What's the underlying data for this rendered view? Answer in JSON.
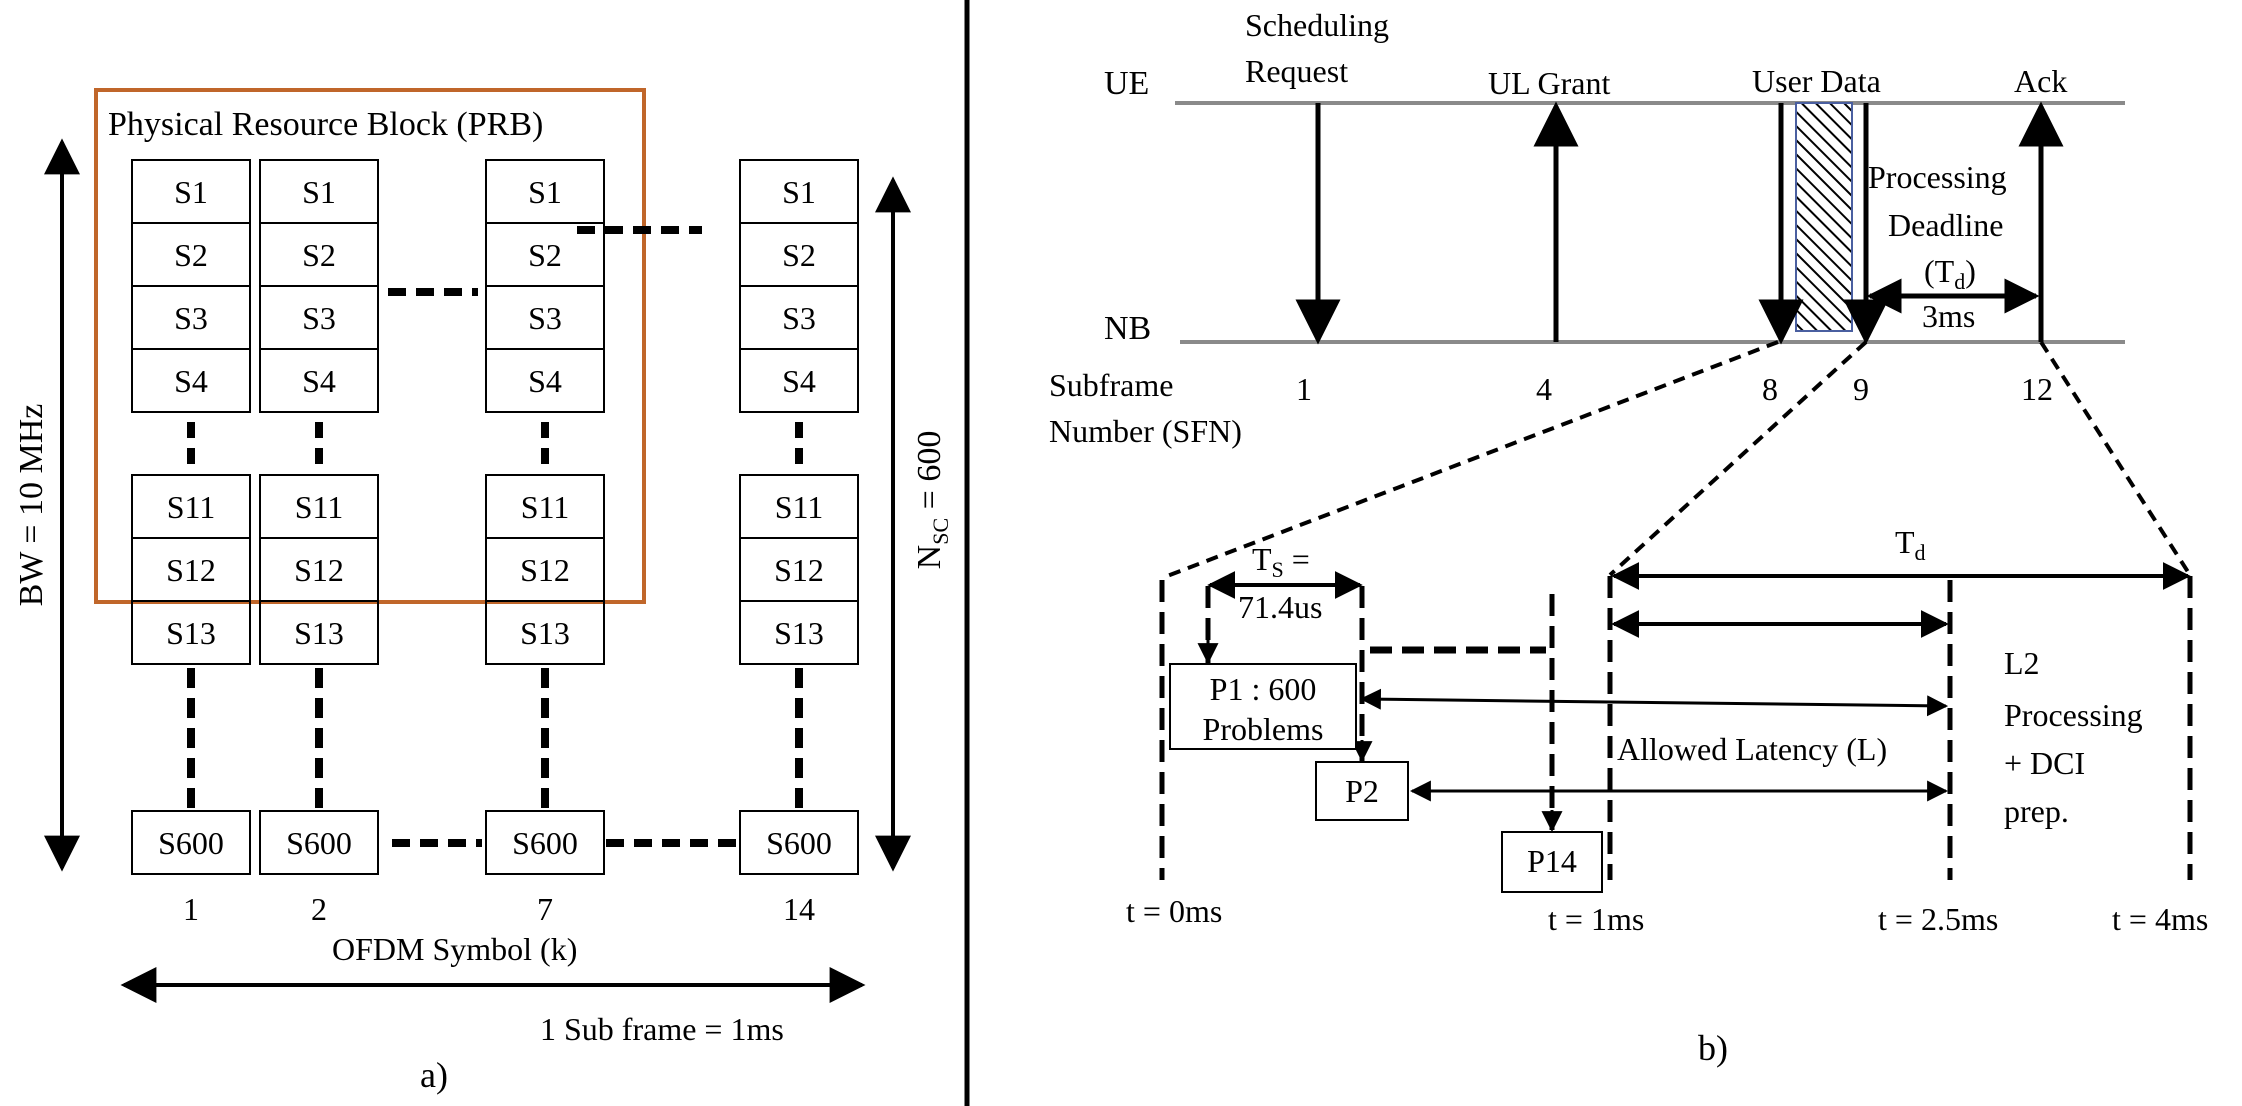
{
  "colors": {
    "prb_border": "#c0662a",
    "timeline_line": "#8a8a8a",
    "text": "#000000"
  },
  "panel_a": {
    "prb_title": "Physical Resource Block (PRB)",
    "bw_label": "BW = 10 MHz",
    "nsc_main": "N",
    "nsc_sub": "SC",
    "nsc_tail": " = 600",
    "columns": [
      {
        "symbol": "1",
        "cells": [
          "S1",
          "S2",
          "S3",
          "S4",
          "S11",
          "S12",
          "S13",
          "S600"
        ]
      },
      {
        "symbol": "2",
        "cells": [
          "S1",
          "S2",
          "S3",
          "S4",
          "S11",
          "S12",
          "S13",
          "S600"
        ]
      },
      {
        "symbol": "7",
        "cells": [
          "S1",
          "S2",
          "S3",
          "S4",
          "S11",
          "S12",
          "S13",
          "S600"
        ]
      },
      {
        "symbol": "14",
        "cells": [
          "S1",
          "S2",
          "S3",
          "S4",
          "S11",
          "S12",
          "S13",
          "S600"
        ]
      }
    ],
    "x_axis_label": "OFDM Symbol (k)",
    "subframe_label": "1 Sub frame = 1ms",
    "caption": "a)"
  },
  "panel_b": {
    "ue_label": "UE",
    "nb_label": "NB",
    "events": [
      {
        "label_line1": "Scheduling",
        "label_line2": "Request",
        "sfn": "1",
        "direction": "down"
      },
      {
        "label_line1": "UL Grant",
        "label_line2": "",
        "sfn": "4",
        "direction": "up"
      },
      {
        "label_line1": "User Data",
        "label_line2": "",
        "sfn": "8",
        "direction": "down"
      },
      {
        "label_line1": "",
        "label_line2": "",
        "sfn": "9",
        "direction": "down"
      },
      {
        "label_line1": "Ack",
        "label_line2": "",
        "sfn": "12",
        "direction": "up"
      }
    ],
    "processing_line1": "Processing",
    "processing_line2": "Deadline",
    "td_main": "(T",
    "td_sub": "d",
    "td_close": ")",
    "td_value": "3ms",
    "sfn_label_line1": "Subframe",
    "sfn_label_line2": "Number (SFN)",
    "ts_main": "T",
    "ts_sub": "S",
    "ts_eq": " =",
    "ts_value": "71.4us",
    "p1_line1": "P1 : 600",
    "p1_line2": "Problems",
    "p2": "P2",
    "p14": "P14",
    "td2_main": "T",
    "td2_sub": "d",
    "allowed_latency": "Allowed Latency (L)",
    "l2_lines": [
      "L2",
      "Processing",
      "+ DCI",
      "prep."
    ],
    "time_labels": [
      "t = 0ms",
      "t = 1ms",
      "t = 2.5ms",
      "t = 4ms"
    ],
    "caption": "b)"
  }
}
